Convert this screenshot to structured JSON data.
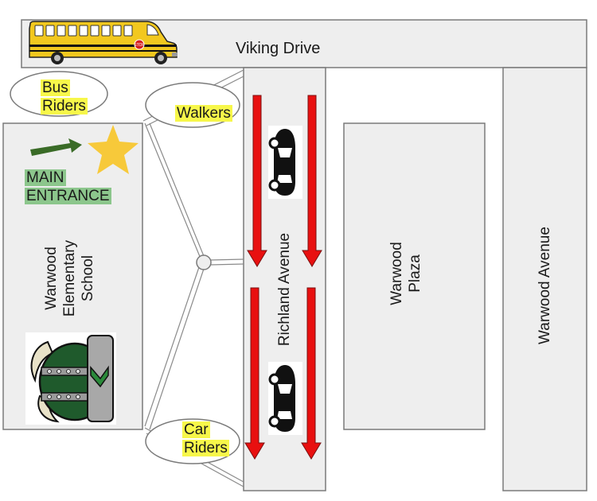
{
  "colors": {
    "block_fill": "#eeeeee",
    "block_stroke": "#7a7a7a",
    "arrow_red": "#e81010",
    "highlight_yellow": "#f7f74a",
    "highlight_green": "#8cc68c",
    "entrance_arrow": "#3a6b27",
    "star": "#f7c93a",
    "bus_yellow": "#f2c81f",
    "mascot_green": "#1f5a2c"
  },
  "labels": {
    "viking_drive": "Viking Drive",
    "bus_riders_line1": "Bus",
    "bus_riders_line2": "Riders",
    "walkers": "Walkers",
    "main_entrance_line1": "MAIN",
    "main_entrance_line2": "ENTRANCE",
    "school_line1": "Warwood",
    "school_line2": "Elementary",
    "school_line3": "School",
    "richland_avenue": "Richland Avenue",
    "plaza_line1": "Warwood",
    "plaza_line2": "Plaza",
    "warwood_avenue": "Warwood Avenue",
    "car_riders_line1": "Car",
    "car_riders_line2": "Riders",
    "bus_stop_sign": "STOP"
  },
  "icons": {
    "bus": "school-bus-icon",
    "star": "star-icon",
    "entrance_arrow": "arrow-right-icon",
    "car": "car-icon",
    "mascot": "viking-helmet-icon"
  }
}
